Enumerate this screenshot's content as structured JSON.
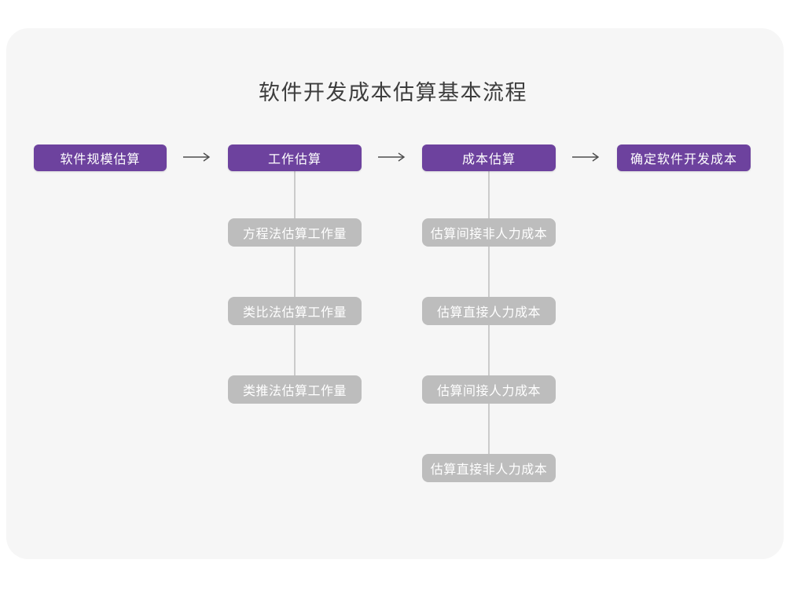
{
  "title": "软件开发成本估算基本流程",
  "colors": {
    "page_bg": "#FFFFFF",
    "card_bg": "#F6F6F6",
    "primary_purple": "#6D429E",
    "box_gray": "#BDBDBD",
    "connector_gray": "#CBCBCB",
    "arrow_gray": "#4D4D4D",
    "title_text": "#3D3D3D",
    "box_text": "#FFFFFF"
  },
  "flow": {
    "main_steps": [
      {
        "label": "软件规模估算"
      },
      {
        "label": "工作估算"
      },
      {
        "label": "成本估算"
      },
      {
        "label": "确定软件开发成本"
      }
    ],
    "work_estimation_methods": [
      "方程法估算工作量",
      "类比法估算工作量",
      "类推法估算工作量"
    ],
    "cost_estimation_steps": [
      "估算间接非人力成本",
      "估算直接人力成本",
      "估算间接人力成本",
      "估算直接非人力成本"
    ]
  }
}
